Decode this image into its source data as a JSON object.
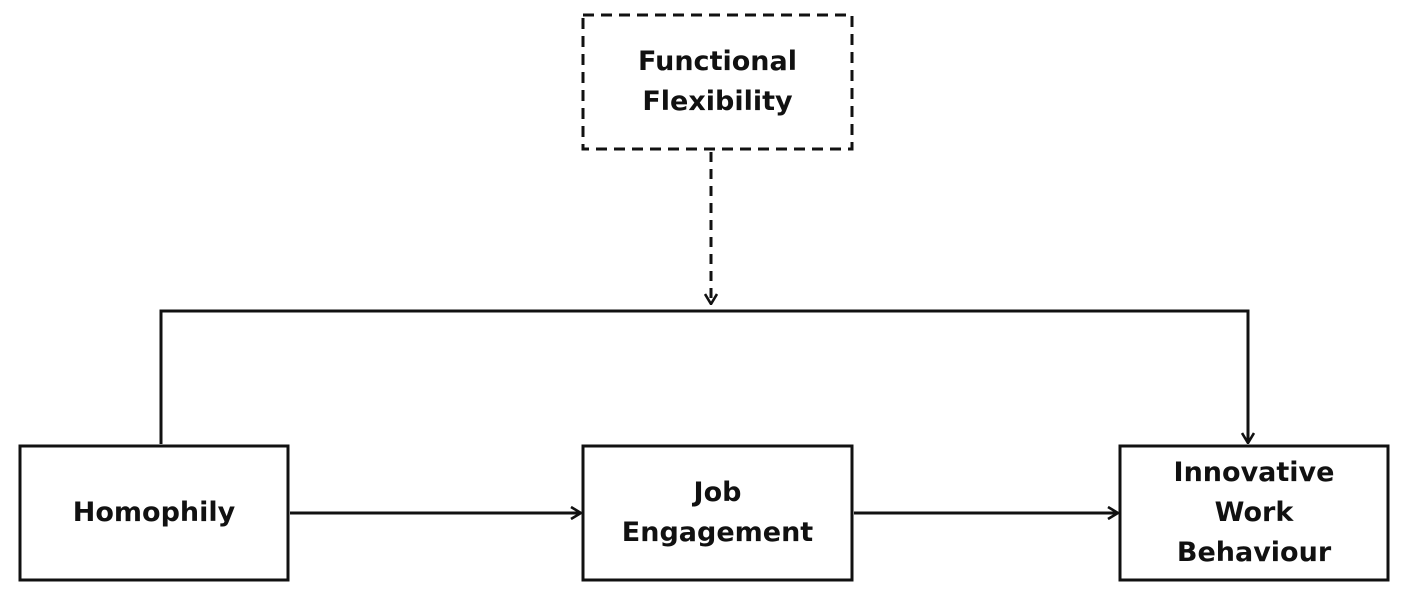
{
  "nodes": {
    "moderator": {
      "lines": [
        "Functional",
        "Flexibility"
      ],
      "style": "dashed"
    },
    "independent": {
      "lines": [
        "Homophily"
      ]
    },
    "mediator": {
      "lines": [
        "Job",
        "Engagement"
      ]
    },
    "dependent": {
      "lines": [
        "Innovative",
        "Work",
        "Behaviour"
      ]
    }
  },
  "edges": [
    {
      "from": "independent",
      "to": "mediator",
      "style": "solid"
    },
    {
      "from": "mediator",
      "to": "dependent",
      "style": "solid"
    },
    {
      "from": "independent",
      "to": "dependent",
      "style": "solid",
      "routing": "over-top"
    },
    {
      "from": "moderator",
      "to": "independent-dependent-path",
      "style": "dashed"
    }
  ],
  "colors": {
    "stroke": "#111111",
    "background": "#ffffff"
  }
}
